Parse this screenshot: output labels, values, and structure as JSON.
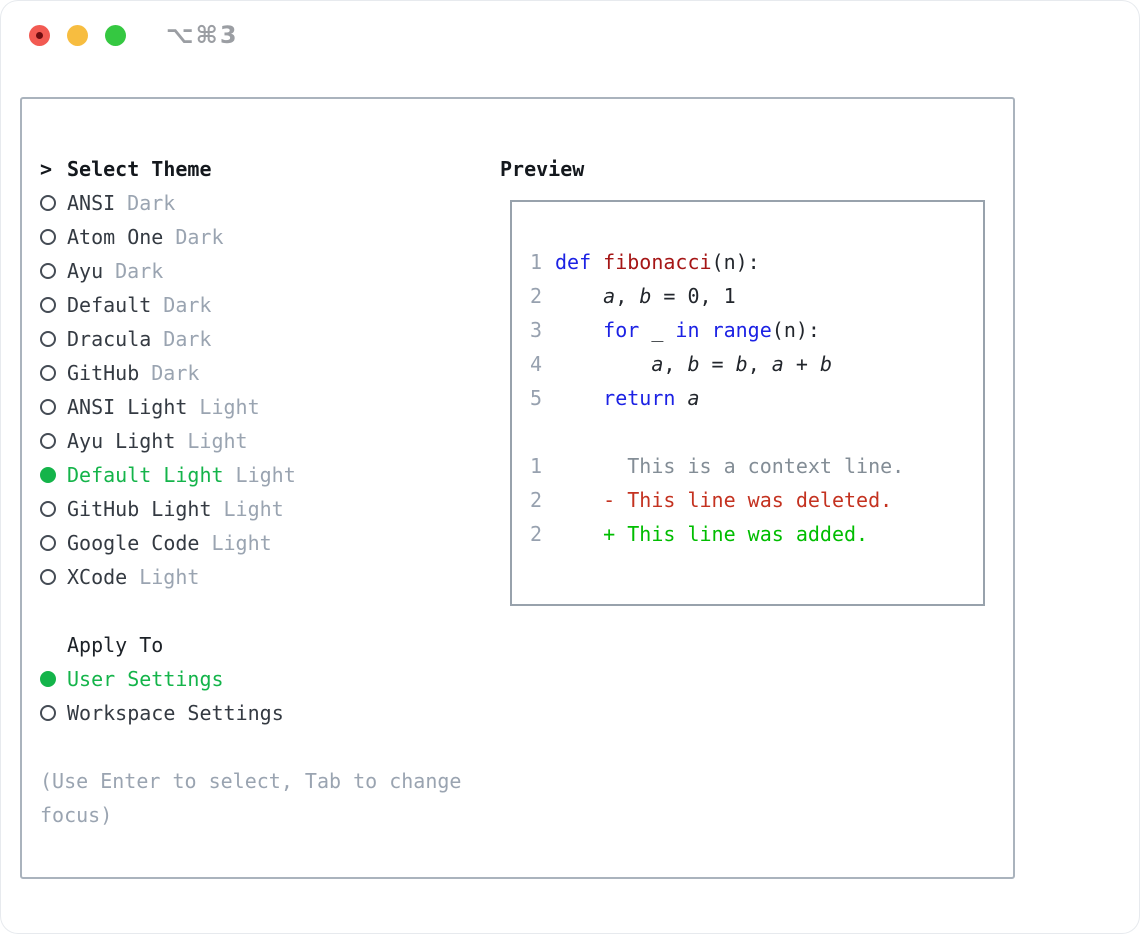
{
  "window": {
    "title": "⌥⌘3"
  },
  "theme_panel": {
    "header_prefix": ">",
    "header": "Select Theme",
    "items": [
      {
        "name": "ANSI",
        "variant": "Dark",
        "selected": false
      },
      {
        "name": "Atom One",
        "variant": "Dark",
        "selected": false
      },
      {
        "name": "Ayu",
        "variant": "Dark",
        "selected": false
      },
      {
        "name": "Default",
        "variant": "Dark",
        "selected": false
      },
      {
        "name": "Dracula",
        "variant": "Dark",
        "selected": false
      },
      {
        "name": "GitHub",
        "variant": "Dark",
        "selected": false
      },
      {
        "name": "ANSI Light",
        "variant": "Light",
        "selected": false
      },
      {
        "name": "Ayu Light",
        "variant": "Light",
        "selected": false
      },
      {
        "name": "Default Light",
        "variant": "Light",
        "selected": true
      },
      {
        "name": "GitHub Light",
        "variant": "Light",
        "selected": false
      },
      {
        "name": "Google Code",
        "variant": "Light",
        "selected": false
      },
      {
        "name": "XCode",
        "variant": "Light",
        "selected": false
      }
    ],
    "apply_to": {
      "header": "Apply To",
      "options": [
        {
          "label": "User Settings",
          "selected": true
        },
        {
          "label": "Workspace Settings",
          "selected": false
        }
      ]
    },
    "hint": "(Use Enter to select, Tab to change focus)"
  },
  "preview": {
    "title": "Preview",
    "code_lines": [
      {
        "num": "1",
        "segments": [
          {
            "text": "def",
            "style": "keyword"
          },
          {
            "text": " ",
            "style": "plain"
          },
          {
            "text": "fibonacci",
            "style": "function"
          },
          {
            "text": "(n):",
            "style": "plain"
          }
        ]
      },
      {
        "num": "2",
        "segments": [
          {
            "text": "    ",
            "style": "plain"
          },
          {
            "text": "a",
            "style": "var"
          },
          {
            "text": ", ",
            "style": "plain"
          },
          {
            "text": "b",
            "style": "var"
          },
          {
            "text": " = 0, 1",
            "style": "plain"
          }
        ]
      },
      {
        "num": "3",
        "segments": [
          {
            "text": "    ",
            "style": "plain"
          },
          {
            "text": "for",
            "style": "keyword"
          },
          {
            "text": " _ ",
            "style": "plain"
          },
          {
            "text": "in",
            "style": "keyword"
          },
          {
            "text": " ",
            "style": "plain"
          },
          {
            "text": "range",
            "style": "keyword"
          },
          {
            "text": "(n):",
            "style": "plain"
          }
        ]
      },
      {
        "num": "4",
        "segments": [
          {
            "text": "        ",
            "style": "plain"
          },
          {
            "text": "a",
            "style": "var"
          },
          {
            "text": ", ",
            "style": "plain"
          },
          {
            "text": "b",
            "style": "var"
          },
          {
            "text": " = ",
            "style": "plain"
          },
          {
            "text": "b",
            "style": "var"
          },
          {
            "text": ", ",
            "style": "plain"
          },
          {
            "text": "a",
            "style": "var"
          },
          {
            "text": " + ",
            "style": "plain"
          },
          {
            "text": "b",
            "style": "var"
          }
        ]
      },
      {
        "num": "5",
        "segments": [
          {
            "text": "    ",
            "style": "plain"
          },
          {
            "text": "return",
            "style": "keyword"
          },
          {
            "text": " ",
            "style": "plain"
          },
          {
            "text": "a",
            "style": "var"
          }
        ]
      },
      {
        "num": "",
        "segments": []
      },
      {
        "num": "1",
        "segments": [
          {
            "text": "      This is a context line.",
            "style": "context"
          }
        ]
      },
      {
        "num": "2",
        "segments": [
          {
            "text": "    - This line was deleted.",
            "style": "deleted"
          }
        ]
      },
      {
        "num": "2",
        "segments": [
          {
            "text": "    + This line was added.",
            "style": "added"
          }
        ]
      }
    ]
  },
  "colors": {
    "accent_green": "#14b44a",
    "added_green": "#00bd00",
    "deleted_red": "#c43220",
    "keyword_blue": "#1c22e4",
    "function_red": "#a51616",
    "text_dark": "#343a42",
    "code_plain": "#22262c",
    "muted_gray": "#9aa4b1",
    "context_gray": "#838d96",
    "line_number_gray": "#97a1af",
    "border_gray": "#aab3bd",
    "preview_border": "#98a2ac",
    "traffic_red": "#f25a52",
    "traffic_yellow": "#f7bd40",
    "traffic_green": "#35c841",
    "titlebar_text": "#9b9ea3"
  }
}
